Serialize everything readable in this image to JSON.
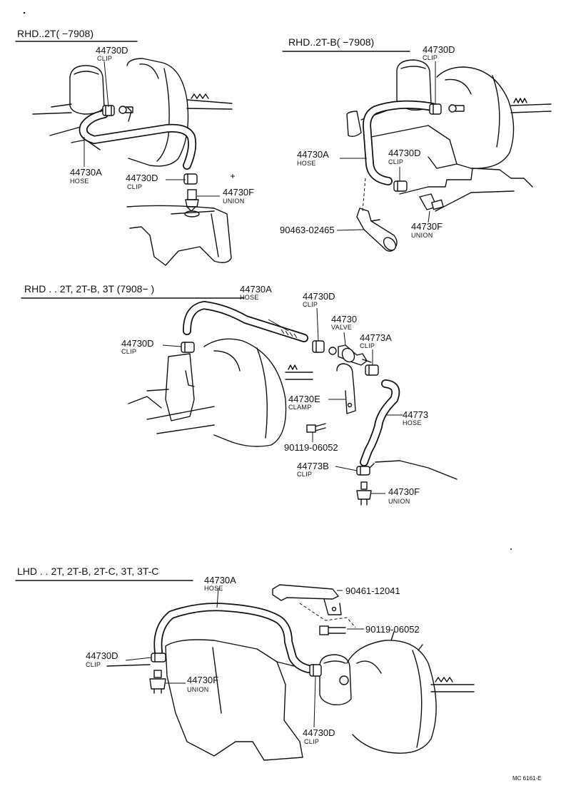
{
  "sections": [
    {
      "title": "RHD..2T(      −7908)"
    },
    {
      "title": "RHD..2T-B(      −7908)"
    },
    {
      "title": "RHD . . 2T, 2T-B, 3T (7908−        )"
    },
    {
      "title": "LHD . . 2T, 2T-B, 2T-C, 3T, 3T-C"
    }
  ],
  "callouts": {
    "s1_clip_top": {
      "part": "44730D",
      "desc": "CLIP"
    },
    "s1_hose": {
      "part": "44730A",
      "desc": "HOSE"
    },
    "s1_clip_bottom": {
      "part": "44730D",
      "desc": "CLIP"
    },
    "s1_union": {
      "part": "44730F",
      "desc": "UNION"
    },
    "s2_clip_top": {
      "part": "44730D",
      "desc": "CLIP"
    },
    "s2_hose": {
      "part": "44730A",
      "desc": "HOSE"
    },
    "s2_clip_mid": {
      "part": "44730D",
      "desc": "CLIP"
    },
    "s2_union": {
      "part": "44730F",
      "desc": "UNION"
    },
    "s2_bracket": {
      "part": "90463-02465"
    },
    "s3_hose": {
      "part": "44730A",
      "desc": "HOSE"
    },
    "s3_clip_a": {
      "part": "44730D",
      "desc": "CLIP"
    },
    "s3_valve": {
      "part": "44730",
      "desc": "VALVE"
    },
    "s3_clip_b": {
      "part": "44773A",
      "desc": "CLIP"
    },
    "s3_clip_left": {
      "part": "44730D",
      "desc": "CLIP"
    },
    "s3_clamp": {
      "part": "44730E",
      "desc": "CLAMP"
    },
    "s3_hose2": {
      "part": "44773",
      "desc": "HOSE"
    },
    "s3_bolt": {
      "part": "90119-06052"
    },
    "s3_clip_c": {
      "part": "44773B",
      "desc": "CLIP"
    },
    "s3_union": {
      "part": "44730F",
      "desc": "UNION"
    },
    "s4_hose": {
      "part": "44730A",
      "desc": "HOSE"
    },
    "s4_bracket": {
      "part": "90461-12041"
    },
    "s4_bolt": {
      "part": "90119-06052"
    },
    "s4_clip_left": {
      "part": "44730D",
      "desc": "CLIP"
    },
    "s4_union": {
      "part": "44730F",
      "desc": "UNION"
    },
    "s4_clip_bottom": {
      "part": "44730D",
      "desc": "CLIP"
    }
  },
  "footer": {
    "code": "MC 6161-E"
  }
}
